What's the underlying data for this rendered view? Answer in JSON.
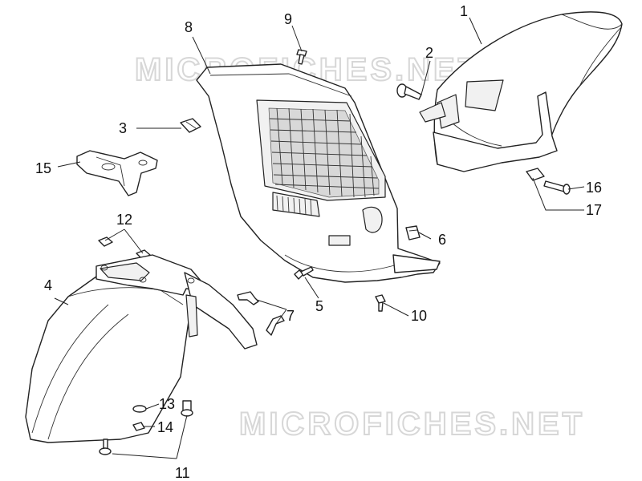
{
  "watermark": "MICROFICHES.NET",
  "colors": {
    "line": "#222222",
    "watermark": "#d7d7d7",
    "background": "#ffffff"
  },
  "callouts": [
    {
      "id": "1",
      "label": "1"
    },
    {
      "id": "2",
      "label": "2"
    },
    {
      "id": "3",
      "label": "3"
    },
    {
      "id": "4",
      "label": "4"
    },
    {
      "id": "5",
      "label": "5"
    },
    {
      "id": "6",
      "label": "6"
    },
    {
      "id": "7",
      "label": "7"
    },
    {
      "id": "8",
      "label": "8"
    },
    {
      "id": "9",
      "label": "9"
    },
    {
      "id": "10",
      "label": "10"
    },
    {
      "id": "11",
      "label": "11"
    },
    {
      "id": "12",
      "label": "12"
    },
    {
      "id": "13",
      "label": "13"
    },
    {
      "id": "14",
      "label": "14"
    },
    {
      "id": "15",
      "label": "15"
    },
    {
      "id": "16",
      "label": "16"
    },
    {
      "id": "17",
      "label": "17"
    }
  ]
}
